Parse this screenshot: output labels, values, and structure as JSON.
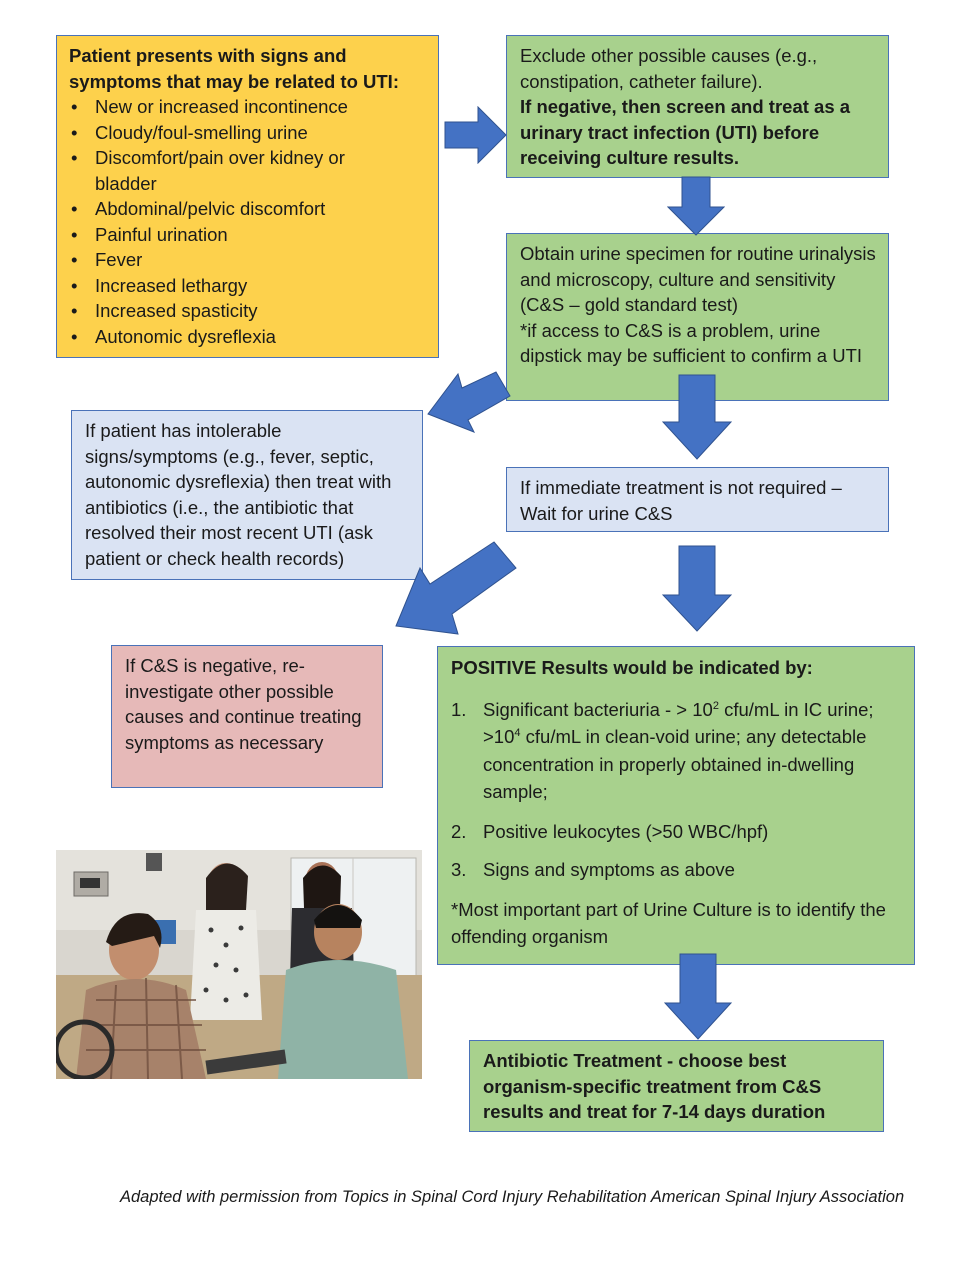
{
  "symptoms_box": {
    "heading": "Patient presents with signs and symptoms that may be related to UTI:",
    "items": [
      "New or increased incontinence",
      "Cloudy/foul-smelling urine",
      "Discomfort/pain over kidney or bladder",
      "Abdominal/pelvic discomfort",
      "Painful urination",
      "Fever",
      "Increased lethargy",
      "Increased spasticity",
      "Autonomic dysreflexia"
    ]
  },
  "exclude_box": {
    "text": "Exclude other possible causes (e.g., constipation, catheter failure).",
    "bold_text": "If negative, then screen and treat as a urinary tract infection (UTI) before receiving culture results."
  },
  "specimen_box": {
    "text": "Obtain urine specimen for routine urinalysis and microscopy, culture and sensitivity (C&S – gold standard test)",
    "note": "*if access to C&S is a problem, urine dipstick may be sufficient to confirm a UTI"
  },
  "intolerable_box": {
    "text": "If patient has intolerable signs/symptoms (e.g., fever, septic, autonomic dysreflexia) then treat with antibiotics (i.e., the antibiotic that resolved their most recent UTI (ask patient or check health records)"
  },
  "wait_box": {
    "text": "If immediate treatment is not required – Wait for urine C&S"
  },
  "negative_box": {
    "text": "If C&S is negative, re-investigate other possible causes and continue treating symptoms as necessary"
  },
  "positive_box": {
    "heading": "POSITIVE Results would be indicated by:",
    "items": [
      {
        "num": "1.",
        "part1": "Significant bacteriuria - > 10",
        "sup1": "2",
        "part2": " cfu/mL in IC urine; >10",
        "sup2": "4",
        "part3": " cfu/mL in clean-void urine; any detectable concentration in properly obtained in-dwelling sample;"
      },
      {
        "num": "2.",
        "text": "Positive leukocytes (>50 WBC/hpf)"
      },
      {
        "num": "3.",
        "text": "Signs and symptoms as above"
      }
    ],
    "note": "*Most important part of Urine Culture is to identify the offending organism"
  },
  "treatment_box": {
    "text": "Antibiotic Treatment -  choose best organism-specific treatment from C&S results and treat for 7-14 days duration"
  },
  "footer": {
    "text": "Adapted with permission from Topics in Spinal Cord Injury Rehabilitation American Spinal Injury Association"
  },
  "colors": {
    "arrow": "#4472c4",
    "border": "#4a72b8",
    "yellow": "#fdd14c",
    "green": "#a8d18d",
    "blue": "#dae3f3",
    "pink": "#e6b9b8"
  }
}
